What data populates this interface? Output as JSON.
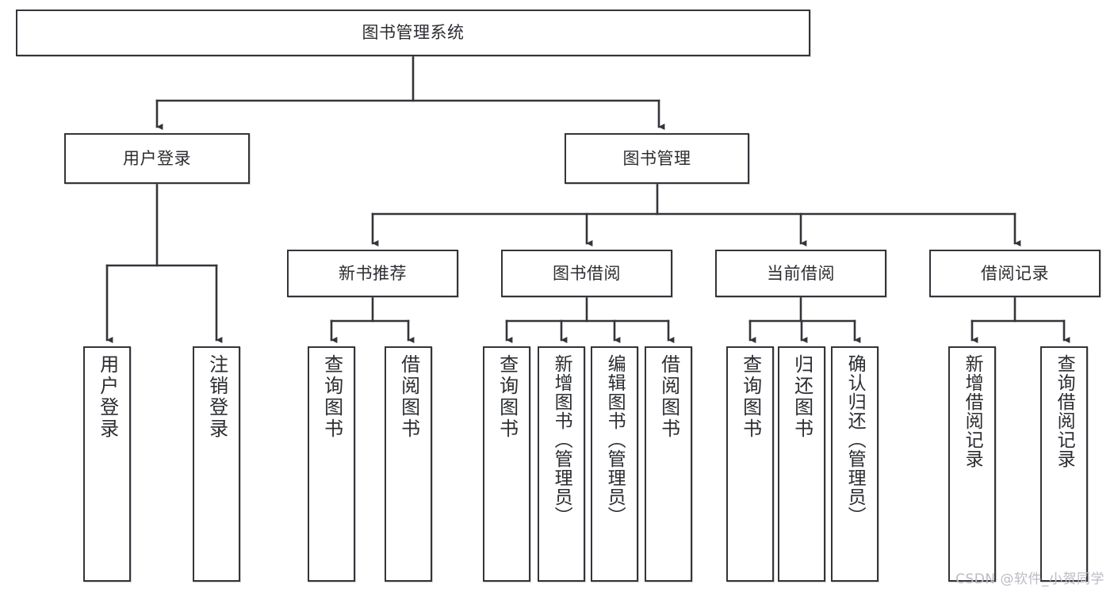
{
  "diagram": {
    "title": "图书管理系统",
    "type": "hierarchy-tree",
    "watermark": "CSDN @软件_小贺同学",
    "colors": {
      "stroke": "#33353a",
      "background": "#ffffff",
      "text": "#2b2d31",
      "watermark": "#b9bcc2"
    },
    "nodes": {
      "root": "图书管理系统",
      "level2": [
        {
          "id": "user-login",
          "label": "用户登录"
        },
        {
          "id": "book-mgmt",
          "label": "图书管理"
        }
      ],
      "level3": [
        {
          "id": "new-book-rec",
          "label": "新书推荐"
        },
        {
          "id": "book-borrow",
          "label": "图书借阅"
        },
        {
          "id": "cur-borrow",
          "label": "当前借阅"
        },
        {
          "id": "borrow-rec",
          "label": "借阅记录"
        }
      ],
      "leaves": [
        {
          "id": "user-login-leaf",
          "label": "用户登录",
          "parent": "user-login"
        },
        {
          "id": "logout",
          "label": "注销登录",
          "parent": "user-login"
        },
        {
          "id": "query-book-1",
          "label": "查询图书",
          "parent": "new-book-rec"
        },
        {
          "id": "borrow-book-1",
          "label": "借阅图书",
          "parent": "new-book-rec"
        },
        {
          "id": "query-book-2",
          "label": "查询图书",
          "parent": "book-borrow"
        },
        {
          "id": "add-book",
          "label": "新增图书（管理员）",
          "parent": "book-borrow"
        },
        {
          "id": "edit-book",
          "label": "编辑图书（管理员）",
          "parent": "book-borrow"
        },
        {
          "id": "borrow-book-2",
          "label": "借阅图书",
          "parent": "book-borrow"
        },
        {
          "id": "query-book-3",
          "label": "查询图书",
          "parent": "cur-borrow"
        },
        {
          "id": "return-book",
          "label": "归还图书",
          "parent": "cur-borrow"
        },
        {
          "id": "confirm-return",
          "label": "确认归还（管理员）",
          "parent": "cur-borrow"
        },
        {
          "id": "add-record",
          "label": "新增借阅记录",
          "parent": "borrow-rec"
        },
        {
          "id": "query-record",
          "label": "查询借阅记录",
          "parent": "borrow-rec"
        }
      ]
    }
  }
}
